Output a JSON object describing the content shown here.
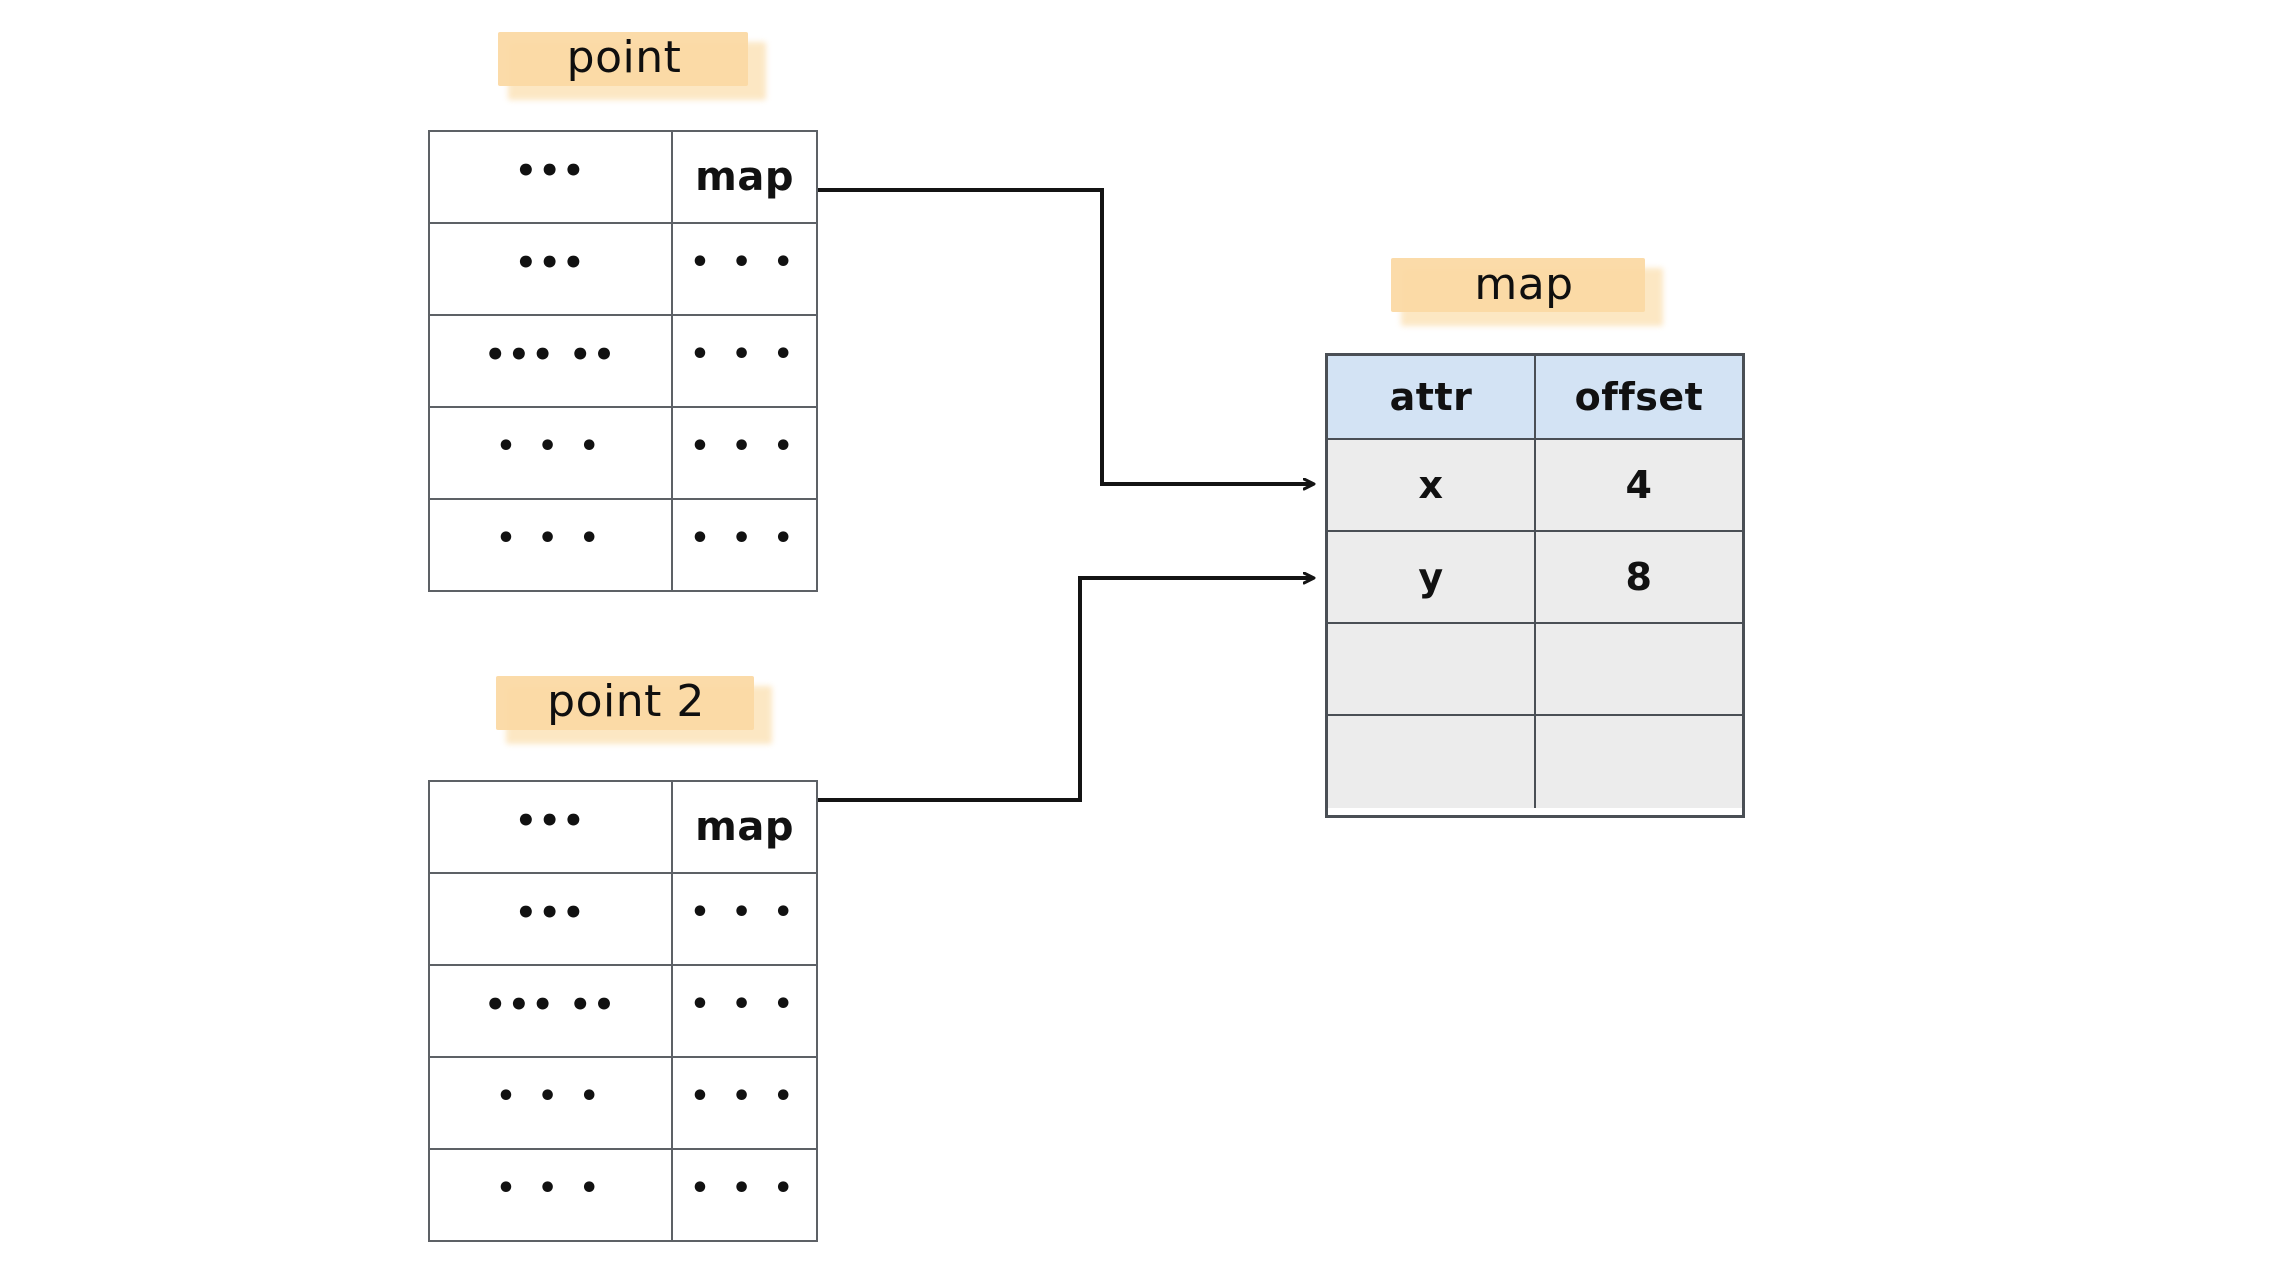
{
  "diagram": {
    "title_not_shown": "",
    "colors": {
      "highlight": "#fbd9a4",
      "map_header_bg": "#d3e3f4",
      "map_body_bg": "#ececec",
      "border": "#4a4f55",
      "struct_border": "#5d6166",
      "line": "#141414",
      "background": "#ffffff"
    }
  },
  "structs": [
    {
      "label": "point",
      "rows": [
        {
          "left": "•••",
          "right": "map",
          "right_is_word": true
        },
        {
          "left": "•••",
          "right": "• • •",
          "right_is_word": false
        },
        {
          "left": "••• ••",
          "right": "• • •",
          "right_is_word": false
        },
        {
          "left": "• • •",
          "right": "• • •",
          "right_is_word": false
        },
        {
          "left": "• • •",
          "right": "• • •",
          "right_is_word": false
        }
      ]
    },
    {
      "label": "point 2",
      "rows": [
        {
          "left": "•••",
          "right": "map",
          "right_is_word": true
        },
        {
          "left": "•••",
          "right": "• • •",
          "right_is_word": false
        },
        {
          "left": "••• ••",
          "right": "• • •",
          "right_is_word": false
        },
        {
          "left": "• • •",
          "right": "• • •",
          "right_is_word": false
        },
        {
          "left": "• • •",
          "right": "• • •",
          "right_is_word": false
        }
      ]
    }
  ],
  "map": {
    "label": "map",
    "columns": [
      "attr",
      "offset"
    ],
    "rows": [
      {
        "attr": "x",
        "offset": "4"
      },
      {
        "attr": "y",
        "offset": "8"
      },
      {
        "attr": "",
        "offset": ""
      },
      {
        "attr": "",
        "offset": ""
      }
    ]
  },
  "connectors": [
    {
      "from": "point.map",
      "to": "map.row.x"
    },
    {
      "from": "point2.map",
      "to": "map.row.y"
    }
  ]
}
